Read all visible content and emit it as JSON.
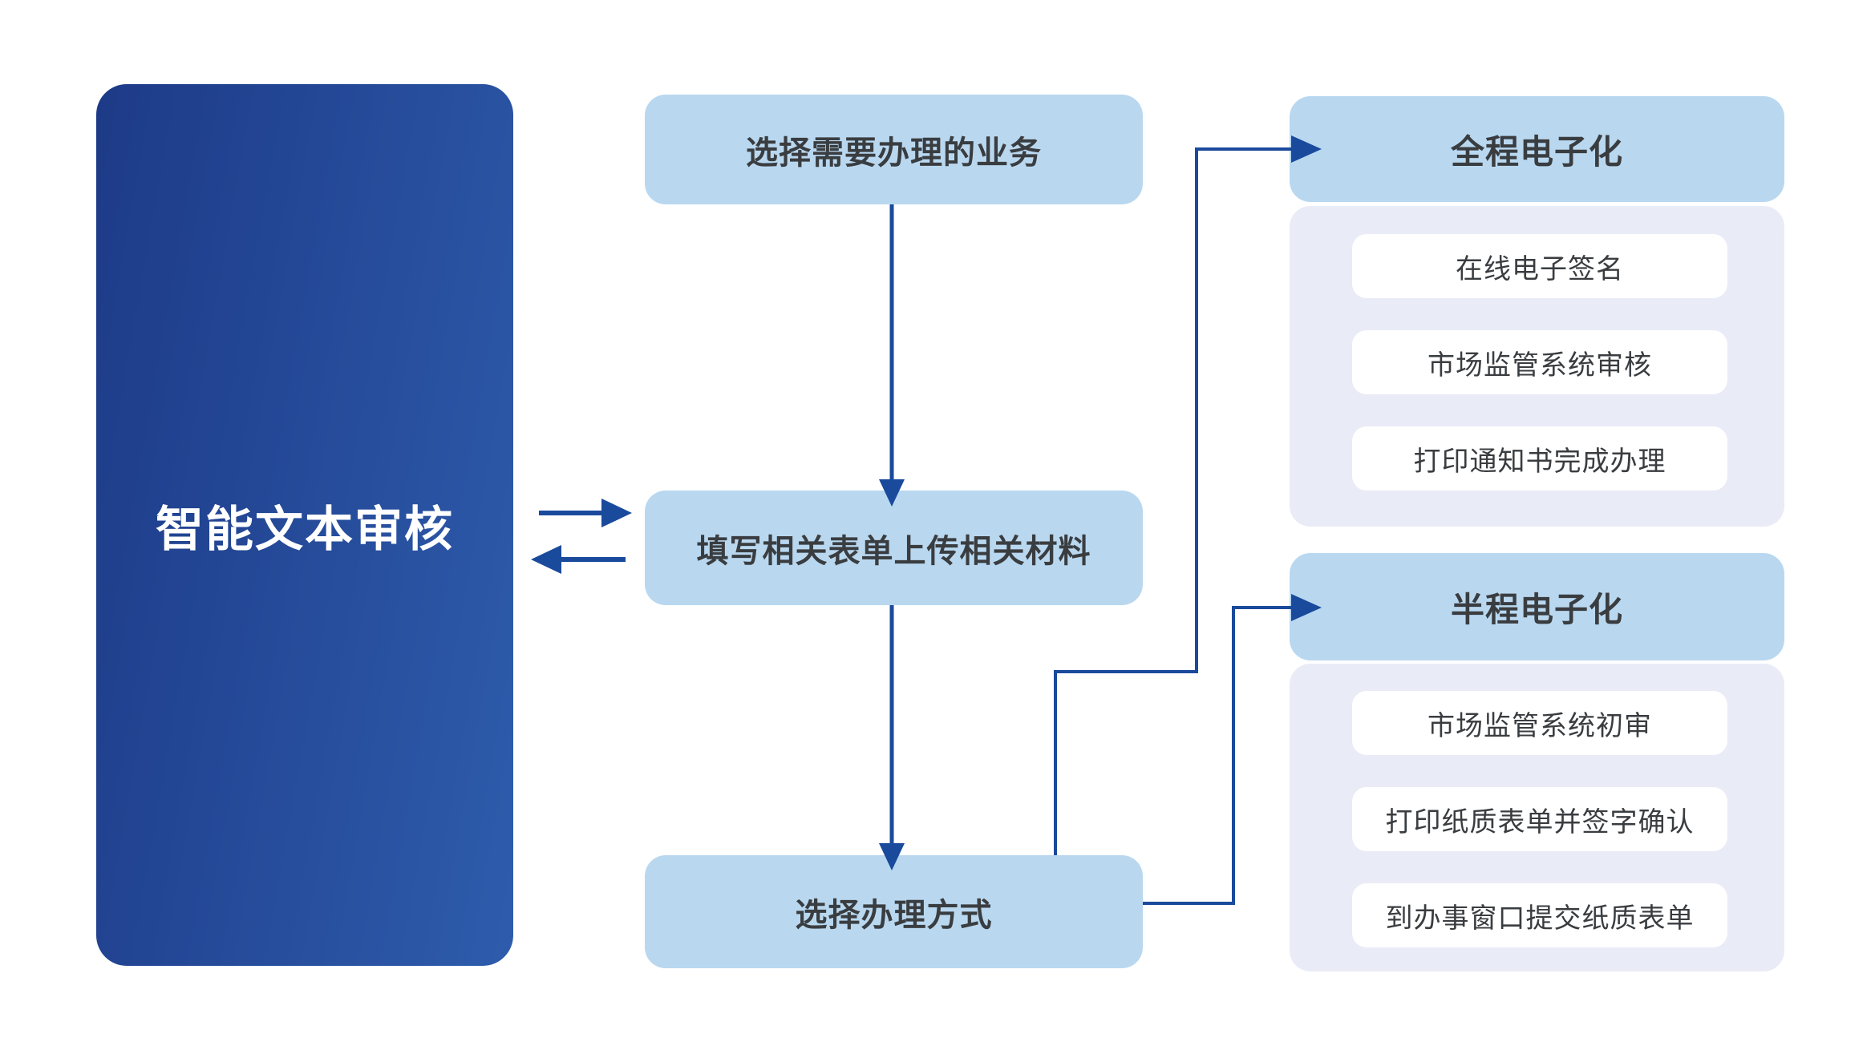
{
  "left_panel": {
    "title": "智能文本审核"
  },
  "flow": {
    "step1": "选择需要办理的业务",
    "step2": "填写相关表单上传相关材料",
    "step3": "选择办理方式"
  },
  "branches": [
    {
      "title": "全程电子化",
      "items": [
        "在线电子签名",
        "市场监管系统审核",
        "打印通知书完成办理"
      ]
    },
    {
      "title": "半程电子化",
      "items": [
        "市场监管系统初审",
        "打印纸质表单并签字确认",
        "到办事窗口提交纸质表单"
      ]
    }
  ],
  "colors": {
    "left_panel_start": "#1d3a87",
    "left_panel_end": "#2e5cac",
    "step_box": "#b9d8f0",
    "branch_header": "#b9d8f0",
    "branch_body": "#e9ebf7",
    "item_box": "#ffffff",
    "connector": "#1a4a9c",
    "text_dark": "#3a3d40",
    "text_light": "#ffffff"
  }
}
